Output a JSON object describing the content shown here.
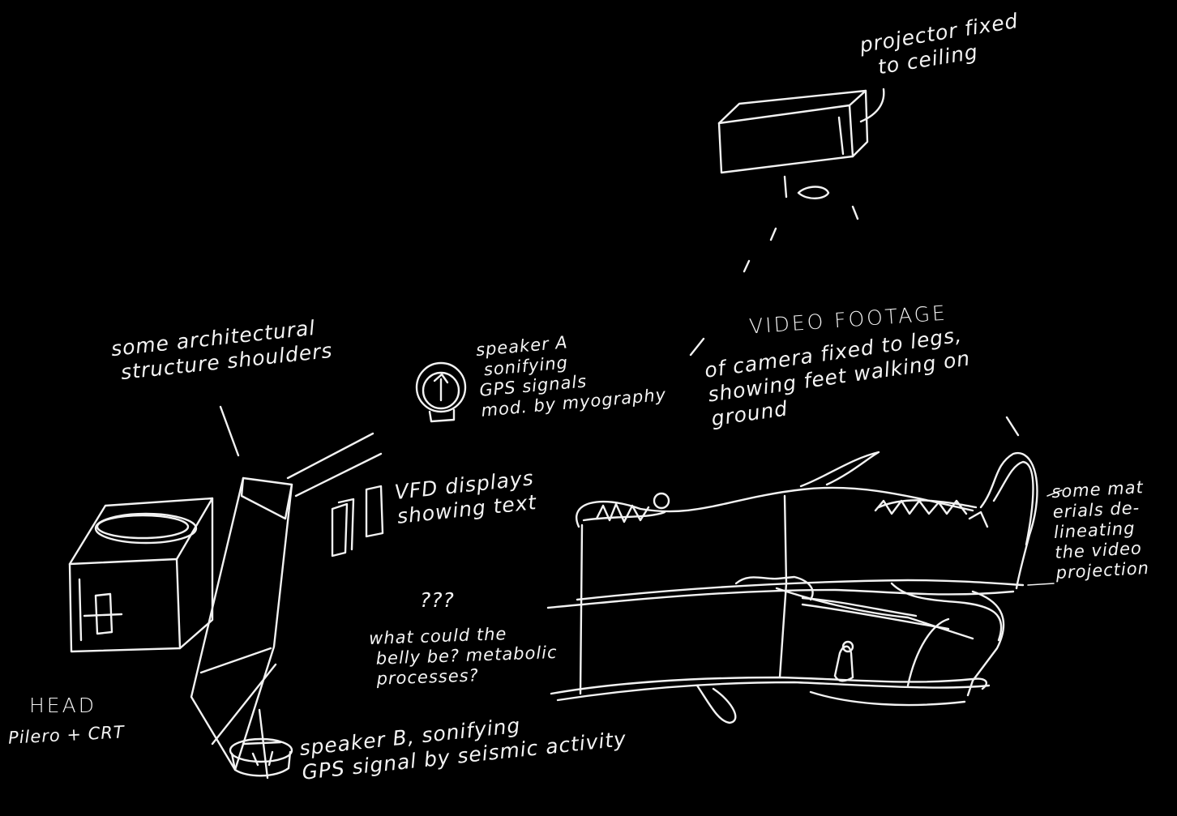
{
  "notes": {
    "projector": "projector fixed\n  to ceiling",
    "video_title": "VIDEO FOOTAGE",
    "video_desc": "of camera fixed to legs,\nshowing feet walking on\nground",
    "shoulders": "some architectural\n structure shoulders",
    "speaker_a": "speaker A\n sonifying\nGPS signals\nmod. by myography",
    "vfd": "VFD displays\nshowing text",
    "belly_q": "???",
    "belly": "what could the\n belly be? metabolic\n processes?",
    "head_title": "HEAD",
    "head_sub": "Pilero + CRT",
    "speaker_b": "speaker B, sonifying\nGPS signal by seismic activity",
    "materials": "some mat\nerials de-\nlineating\nthe video\nprojection"
  },
  "colors": {
    "background": "#000000",
    "ink": "#f2f2f2"
  }
}
